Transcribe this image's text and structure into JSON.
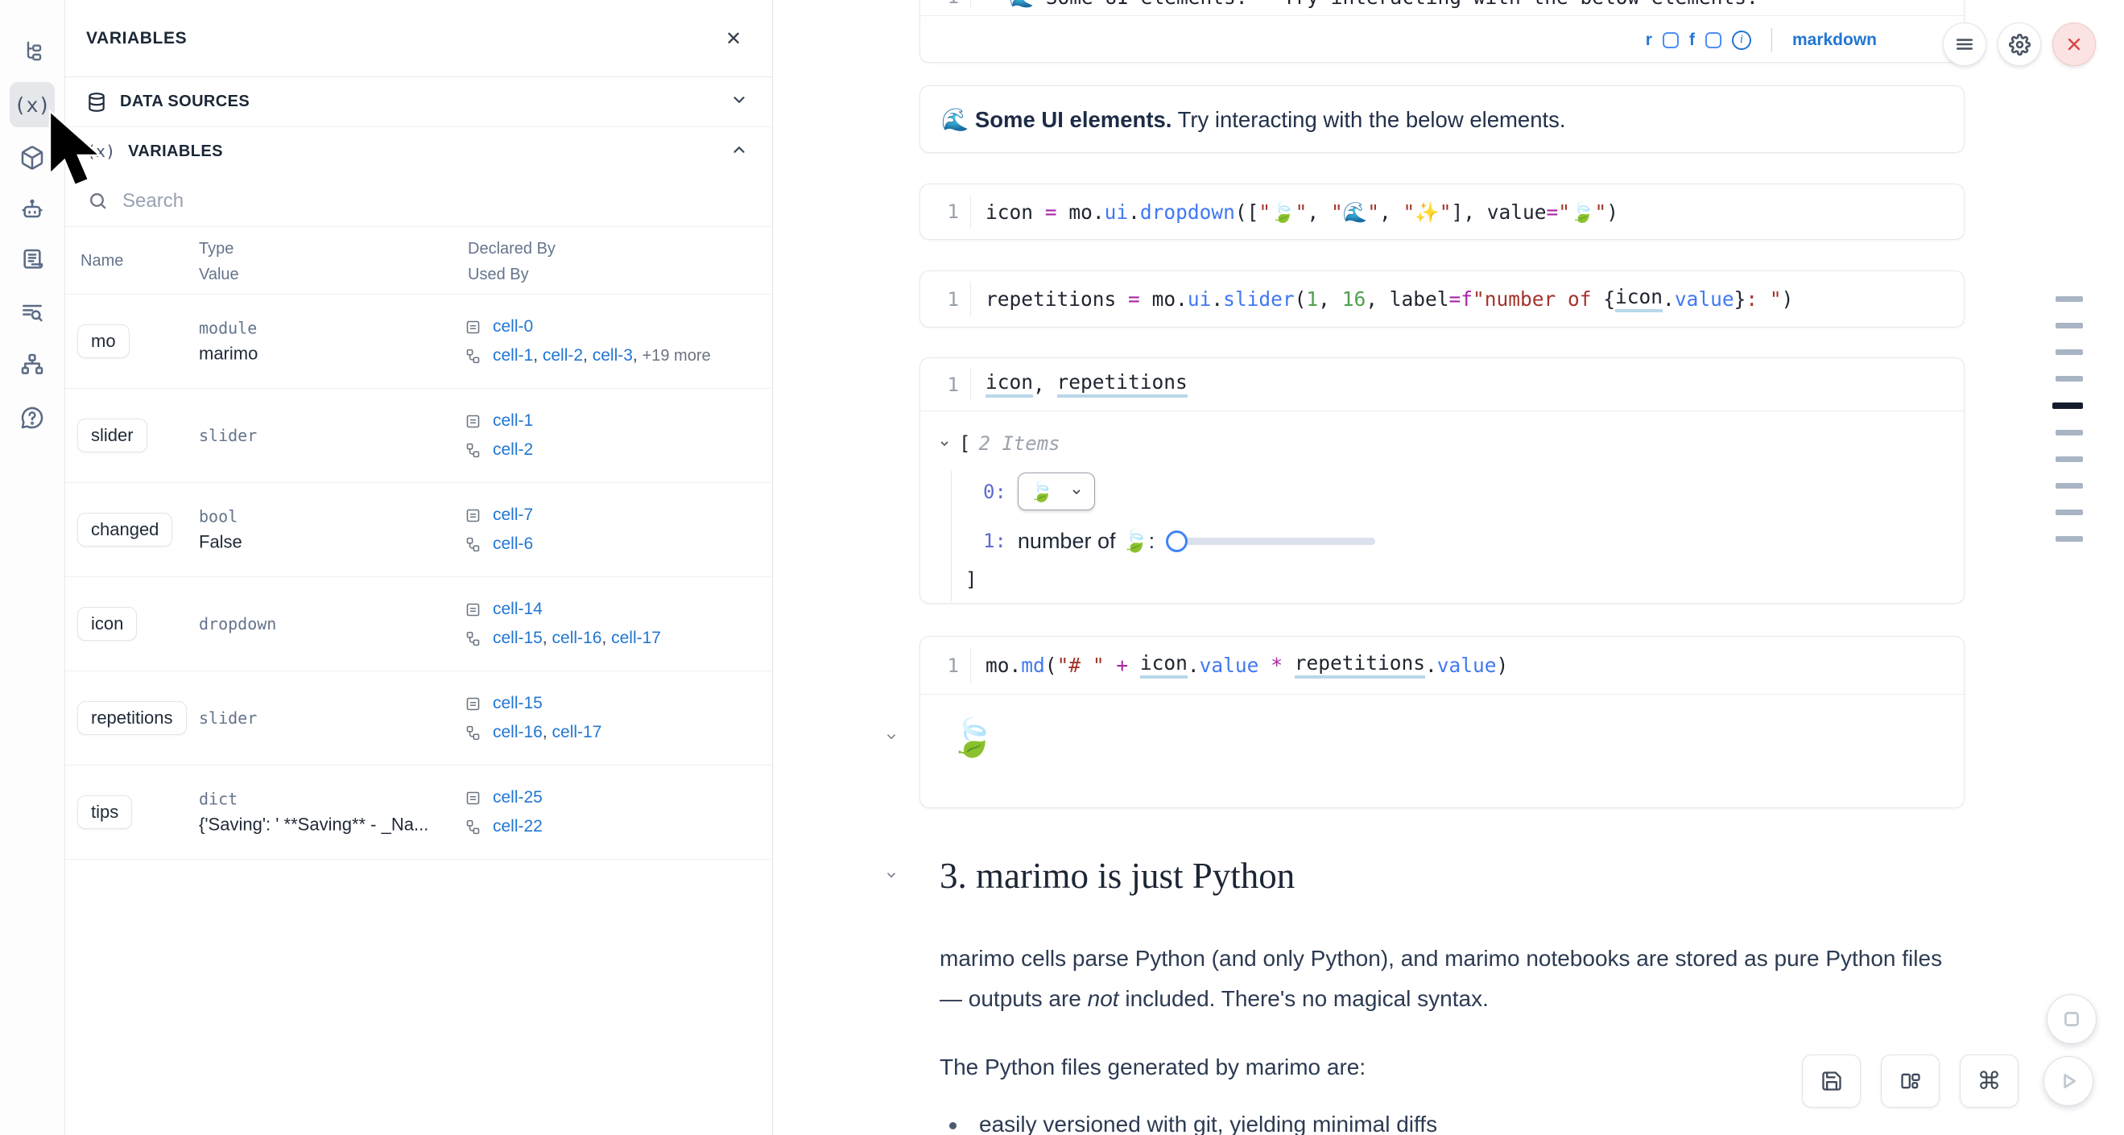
{
  "sidebar": {
    "items": [
      {
        "name": "file-explorer"
      },
      {
        "name": "variables",
        "active": true,
        "glyph": "(x)"
      },
      {
        "name": "packages"
      },
      {
        "name": "ai-assistant"
      },
      {
        "name": "logs"
      },
      {
        "name": "text-search"
      },
      {
        "name": "dependency-graph"
      },
      {
        "name": "help"
      }
    ]
  },
  "panel": {
    "title": "VARIABLES",
    "close_glyph": "✕",
    "sections": {
      "data_sources": "DATA SOURCES",
      "variables": "VARIABLES"
    },
    "search_placeholder": "Search",
    "table": {
      "headers": {
        "name": "Name",
        "type": "Type",
        "value": "Value",
        "declared": "Declared By",
        "used": "Used By"
      },
      "rows": [
        {
          "name": "mo",
          "type": "module",
          "value": "marimo",
          "declared": [
            "cell-0"
          ],
          "used": [
            "cell-1",
            "cell-2",
            "cell-3"
          ],
          "used_more": "+19 more"
        },
        {
          "name": "slider",
          "type": "slider",
          "value": "",
          "declared": [
            "cell-1"
          ],
          "used": [
            "cell-2"
          ]
        },
        {
          "name": "changed",
          "type": "bool",
          "value": "False",
          "declared": [
            "cell-7"
          ],
          "used": [
            "cell-6"
          ]
        },
        {
          "name": "icon",
          "type": "dropdown",
          "value": "",
          "declared": [
            "cell-14"
          ],
          "used": [
            "cell-15",
            "cell-16",
            "cell-17"
          ]
        },
        {
          "name": "repetitions",
          "type": "slider",
          "value": "",
          "declared": [
            "cell-15"
          ],
          "used": [
            "cell-16",
            "cell-17"
          ]
        },
        {
          "name": "tips",
          "type": "dict",
          "value": "{'Saving': ' **Saving** - _Na...",
          "declared": [
            "cell-25"
          ],
          "used": [
            "cell-22"
          ]
        }
      ]
    }
  },
  "notebook": {
    "top_cell": {
      "line_no": "1",
      "tokens": [
        {
          "x": "**🌊 Some UI elements.** Try interacting with the below elements.\""
        }
      ],
      "footer": {
        "r_label": "r",
        "f_label": "f",
        "info_glyph": "i",
        "lang_label": "markdown"
      }
    },
    "md_cell": {
      "bold": "🌊 Some UI elements.",
      "rest": " Try interacting with the below elements."
    },
    "code1": {
      "line_no": "1",
      "tokens": [
        {
          "x": "icon"
        },
        {
          "x": " "
        },
        {
          "x": "=",
          "c": "op"
        },
        {
          "x": " "
        },
        {
          "x": "mo"
        },
        {
          "x": "."
        },
        {
          "x": "ui",
          "c": "fn"
        },
        {
          "x": "."
        },
        {
          "x": "dropdown",
          "c": "fn"
        },
        {
          "x": "(["
        },
        {
          "x": "\"🍃\"",
          "c": "str"
        },
        {
          "x": ", "
        },
        {
          "x": "\"🌊\"",
          "c": "str"
        },
        {
          "x": ", "
        },
        {
          "x": "\"✨\"",
          "c": "str"
        },
        {
          "x": "], value"
        },
        {
          "x": "=",
          "c": "op"
        },
        {
          "x": "\"🍃\"",
          "c": "str"
        },
        {
          "x": ")"
        }
      ]
    },
    "code2": {
      "line_no": "1",
      "tokens": [
        {
          "x": "repetitions"
        },
        {
          "x": " "
        },
        {
          "x": "=",
          "c": "op"
        },
        {
          "x": " "
        },
        {
          "x": "mo"
        },
        {
          "x": "."
        },
        {
          "x": "ui",
          "c": "fn"
        },
        {
          "x": "."
        },
        {
          "x": "slider",
          "c": "fn"
        },
        {
          "x": "("
        },
        {
          "x": "1",
          "c": "num"
        },
        {
          "x": ", "
        },
        {
          "x": "16",
          "c": "num"
        },
        {
          "x": ", label"
        },
        {
          "x": "=",
          "c": "op"
        },
        {
          "x": "f",
          "c": "op"
        },
        {
          "x": "\"number of ",
          "c": "str"
        },
        {
          "x": "{"
        },
        {
          "x": "icon",
          "c": "var"
        },
        {
          "x": "."
        },
        {
          "x": "value",
          "c": "fn"
        },
        {
          "x": "}"
        },
        {
          "x": ": \"",
          "c": "str"
        },
        {
          "x": ")"
        }
      ]
    },
    "combo_cell": {
      "line_no": "1",
      "tokens": [
        {
          "x": "icon",
          "c": "var"
        },
        {
          "x": ", "
        },
        {
          "x": "repetitions",
          "c": "var"
        }
      ],
      "output": {
        "bracket_open": "[",
        "items_label": "2 Items",
        "idx0": "0:",
        "dropdown_value": "🍃",
        "idx1": "1:",
        "slider_label": "number of 🍃:",
        "bracket_close": "]"
      }
    },
    "md_code_cell": {
      "line_no": "1",
      "tokens": [
        {
          "x": "mo"
        },
        {
          "x": "."
        },
        {
          "x": "md",
          "c": "fn"
        },
        {
          "x": "("
        },
        {
          "x": "\"# \"",
          "c": "str"
        },
        {
          "x": " "
        },
        {
          "x": "+",
          "c": "op"
        },
        {
          "x": " "
        },
        {
          "x": "icon",
          "c": "var"
        },
        {
          "x": "."
        },
        {
          "x": "value",
          "c": "fn"
        },
        {
          "x": " "
        },
        {
          "x": "*",
          "c": "op"
        },
        {
          "x": " "
        },
        {
          "x": "repetitions",
          "c": "var"
        },
        {
          "x": "."
        },
        {
          "x": "value",
          "c": "fn"
        },
        {
          "x": ")"
        }
      ],
      "output": "🍃"
    },
    "section": {
      "heading": "3. marimo is just Python",
      "para1": "marimo cells parse Python (and only Python), and marimo notebooks are stored as pure Python files",
      "para2_pre": "— outputs are ",
      "para2_italic": "not",
      "para2_post": " included. There's no magical syntax.",
      "para3": "The Python files generated by marimo are:",
      "bullet1": "easily versioned with git, yielding minimal diffs"
    }
  },
  "toolbar": {
    "command_glyph": "⌘"
  },
  "minimap": {
    "total": 10,
    "active_index": 4
  }
}
